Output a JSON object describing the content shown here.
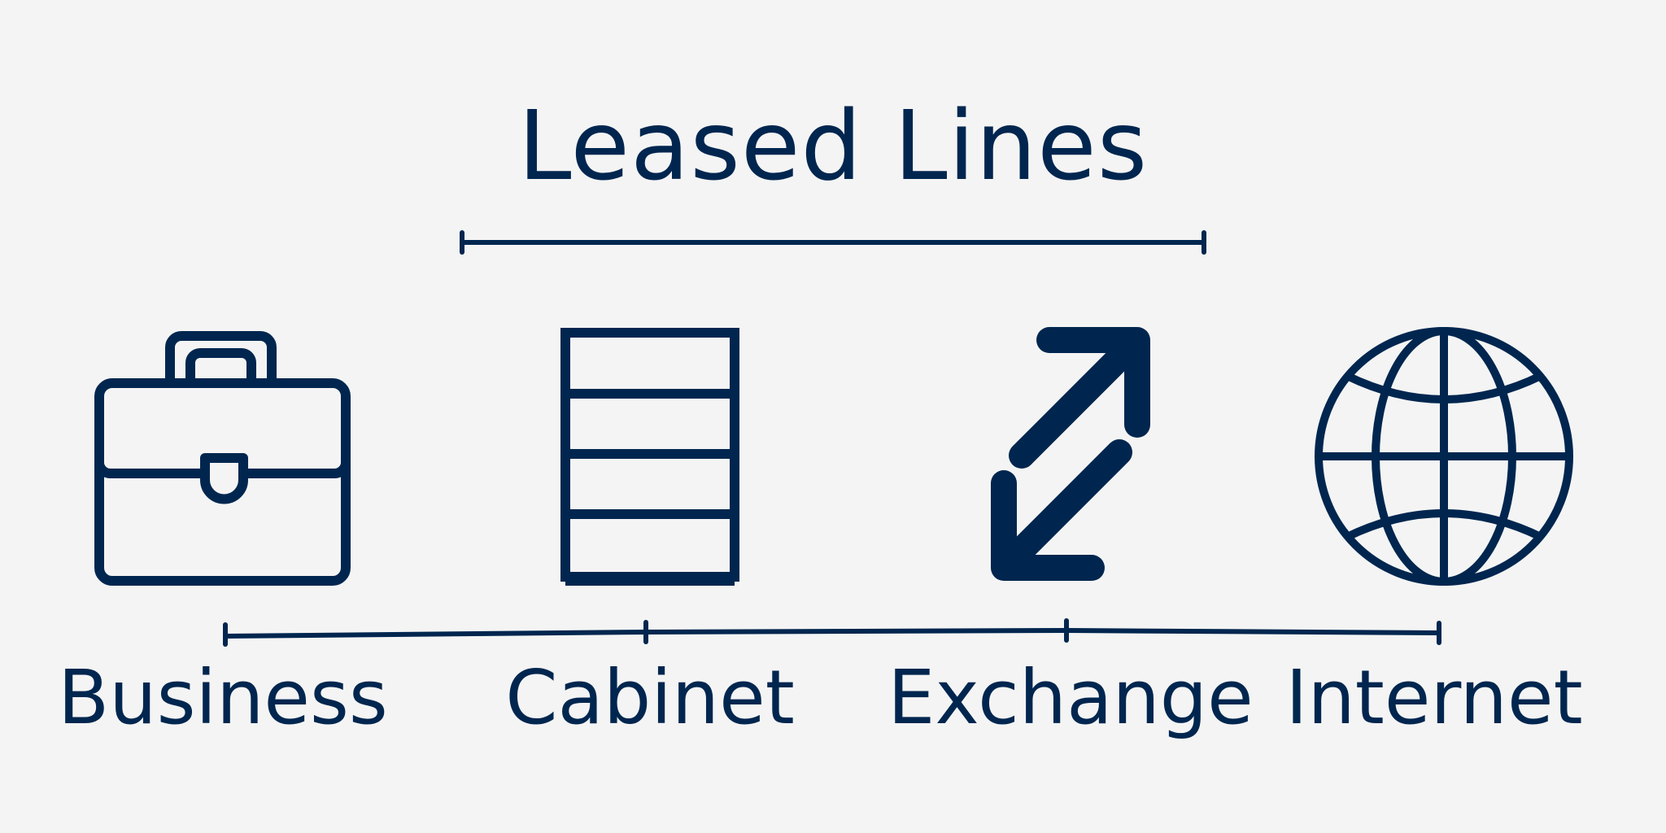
{
  "title": "Leased Lines",
  "colors": {
    "background": "#f4f4f4",
    "primary": "#00264f"
  },
  "nodes": [
    {
      "icon": "briefcase-icon",
      "label": "Business"
    },
    {
      "icon": "server-cabinet-icon",
      "label": "Cabinet"
    },
    {
      "icon": "exchange-arrows-icon",
      "label": "Exchange"
    },
    {
      "icon": "globe-icon",
      "label": "Internet"
    }
  ]
}
